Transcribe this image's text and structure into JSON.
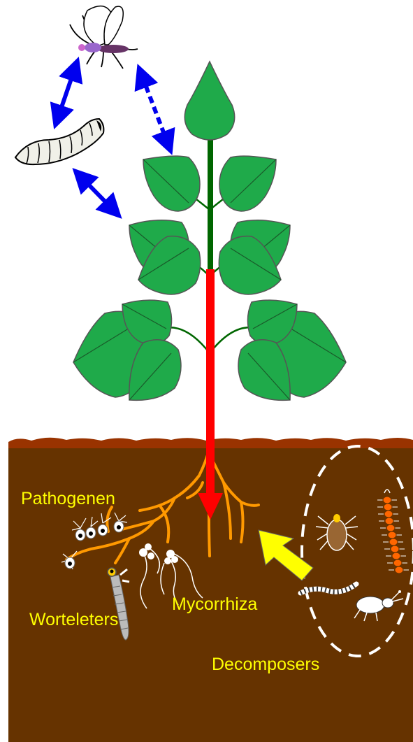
{
  "labels": {
    "pathogens": "Pathogenen",
    "root_feeders": "Worteleters",
    "mycorrhiza": "Mycorrhiza",
    "decomposers": "Decomposers"
  },
  "colors": {
    "soil": "#663300",
    "soil_surface": "#993300",
    "leaf": "#1faa4a",
    "stem": "#006600",
    "root": "#ff9900",
    "red_arrow": "#ff0000",
    "blue_arrows": "#0000ee",
    "yellow_arrow": "#ffff00",
    "label_text": "#ffff00"
  },
  "icons": {
    "aboveground_insect": "fly-icon",
    "aboveground_larva": "caterpillar-icon",
    "decomposer_1": "mite-icon",
    "decomposer_2": "centipede-icon",
    "decomposer_3": "worm-icon",
    "decomposer_4": "springtail-icon",
    "root_feeder": "larva-icon"
  }
}
